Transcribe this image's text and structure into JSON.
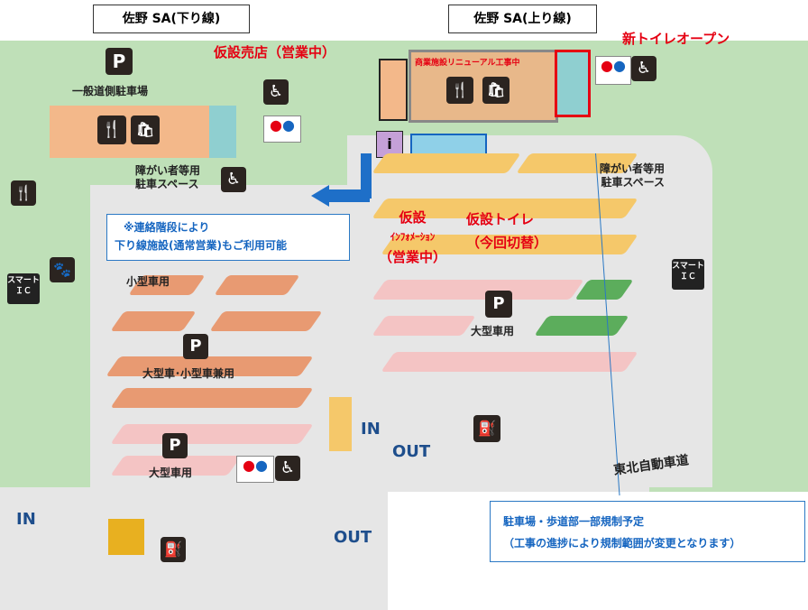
{
  "titles": {
    "down": "佐野 SA(下り線)",
    "up": "佐野 SA(上り線)"
  },
  "labels": {
    "general_parking": "一般道側駐車場",
    "disabled_parking_down": "障がい者等用\n駐車スペース",
    "disabled_parking_up": "障がい者等用\n駐車スペース",
    "small_car": "小型車用",
    "large_small": "大型車･小型車兼用",
    "large_down": "大型車用",
    "large_up": "大型車用",
    "expressway": "東北自動車道",
    "in_down": "IN",
    "out_down": "OUT",
    "in_up": "IN",
    "out_up": "OUT",
    "smart_ic": "スマート\nＩＣ"
  },
  "callouts": {
    "temp_shop": "仮設売店（営業中）",
    "renewal": "商業施設リニューアル工事中",
    "new_toilet": "新トイレオープン",
    "temp_info_1": "仮設",
    "temp_info_2": "ｲﾝﾌｫﾒｰｼｮﾝ",
    "temp_info_3": "（営業中）",
    "temp_toilet_1": "仮設トイレ",
    "temp_toilet_2": "（今回切替）"
  },
  "notes": {
    "stairs_1": "※連絡階段により",
    "stairs_2": "下り線施設(通常営業)もご利用可能",
    "restriction_1": "駐車場・歩道部一部規制予定",
    "restriction_2": "（工事の進捗により規制範囲が変更となります）"
  },
  "colors": {
    "accent_red": "#e50012",
    "note_blue": "#1565c0",
    "arrow_blue": "#1e6fc8"
  }
}
